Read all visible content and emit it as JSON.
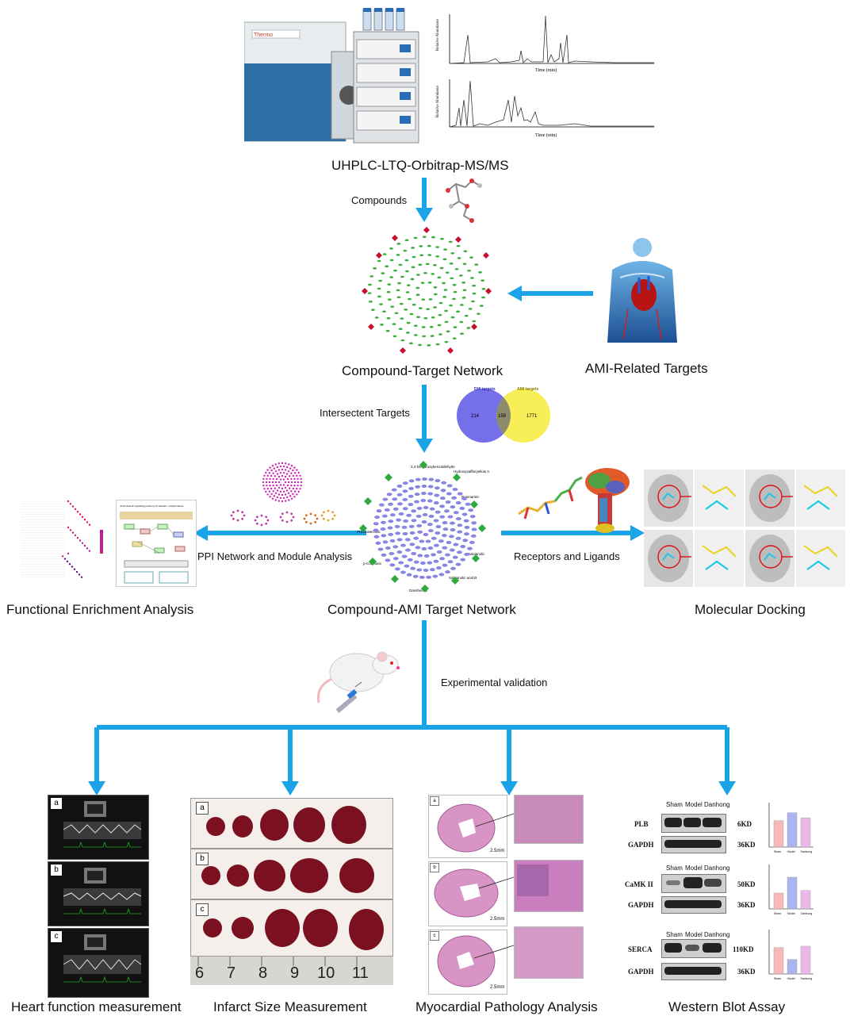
{
  "title_instrument": "UHPLC-LTQ-Orbitrap-MS/MS",
  "instrument_brand": "Thermo",
  "arrow_compounds_label": "Compounds",
  "chromatogram": {
    "ylabel": "Relative Abundance",
    "xlabel": "Time (min)"
  },
  "network_label": "Compound-Target Network",
  "ami_targets_label": "AMI-Related Targets",
  "intersect_label": "Intersectent Targets",
  "venn": {
    "left_title": "DHI targets",
    "right_title": "AMI targets",
    "left_value": "214",
    "mid_value": "158",
    "right_value": "1771"
  },
  "compound_ami_label": "Compound-AMI Target Network",
  "ppi_label": "PPI Network and Module Analysis",
  "receptors_label": "Receptors and Ligands",
  "functional_label": "Functional Enrichment Analysis",
  "docking_label": "Molecular Docking",
  "kegg_title": "AGE-RAGE signaling pathway in diabetic complications",
  "network_nodes": {
    "top": "3,4-Dihydroxybenzaldehyde",
    "hydroxy": "Hydroxysaffloryellow A",
    "rosmarinic": "Rosmarinic",
    "protocatechuic": "Protocatechuic",
    "pcoumaric": "p-Coumaric",
    "salvianolic": "Salvianolic",
    "danshensu": "Danshensu",
    "salvianolic2": "Salvianolic acid B"
  },
  "experimental_label": "Experimental validation",
  "bottom_labels": {
    "heart": "Heart function measurement",
    "infarct": "Infarct Size Measurement",
    "pathology": "Myocardial Pathology Analysis",
    "western": "Western Blot Assay"
  },
  "panel_tags": [
    "a",
    "b",
    "c"
  ],
  "ruler_numbers": [
    "6",
    "7",
    "8",
    "9",
    "10",
    "11"
  ],
  "scale_bar": "2.5mm",
  "western_blot": {
    "columns": [
      "Sham",
      "Model",
      "Danhong"
    ],
    "blocks": [
      {
        "protein": "PLB",
        "kd": "6KD",
        "control": "GAPDH",
        "control_kd": "36KD"
      },
      {
        "protein": "CaMK II",
        "kd": "50KD",
        "control": "GAPDH",
        "control_kd": "36KD"
      },
      {
        "protein": "SERCA",
        "kd": "110KD",
        "control": "GAPDH",
        "control_kd": "36KD"
      }
    ],
    "bar_values": [
      {
        "Sham": 1.0,
        "Model": 1.3,
        "Danhong": 1.1
      },
      {
        "Sham": 0.6,
        "Model": 1.2,
        "Danhong": 0.7
      },
      {
        "Sham": 1.0,
        "Model": 0.55,
        "Danhong": 1.05
      }
    ],
    "bar_colors": [
      "#f6b8b8",
      "#aab4ee",
      "#e8b8e8"
    ]
  }
}
